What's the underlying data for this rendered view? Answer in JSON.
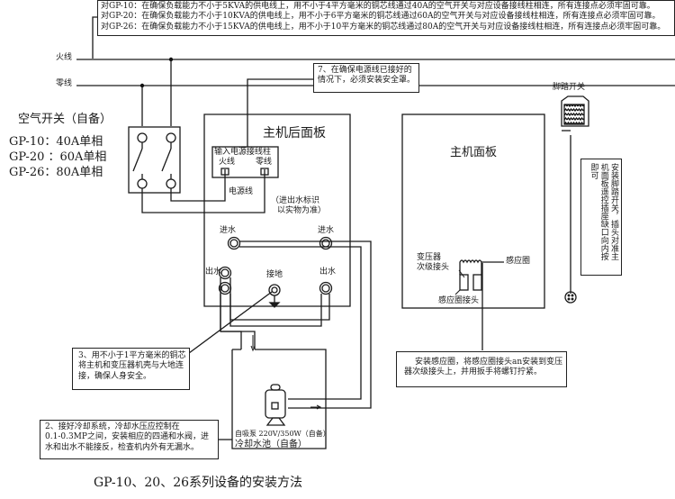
{
  "notes": {
    "power_spec_lines": [
      "对GP-10：在确保负载能力不小于5KVA的供电线上，用不小于4平方毫米的铜芯线通过40A的空气开关与对应设备接线柱相连，所有连接点必须牢固可靠。",
      "对GP-20：在确保负载能力不小于10KVA的供电线上，用不小于6平方毫米的铜芯线通过60A的空气开关与对应设备接线柱相连，所有连接点必须牢固可靠。",
      "对GP-26：在确保负载能力不小于15KVA的供电线上，用不小于10平方毫米的铜芯线通过80A的空气开关与对应设备接线柱相连，所有连接点必须牢固可靠。"
    ],
    "note7": [
      "7、在确保电源线已接好的",
      "情况下，必须安装安全罩。"
    ],
    "note3": [
      "3、用不小于1平方毫米的铜芯",
      "将主机和变压器机壳与大地连",
      "接，确保人身安全。"
    ],
    "note2": [
      "2、接好冷却系统，冷却水压应控制在",
      "0.1-0.3MP之间，安装相应的四通和水阀，进",
      "水和出水不能接反，检查机内外有无漏水。"
    ],
    "coil_note": [
      "安装感应圈，将感应圈接头an安装到变压",
      "器次级接头上，并用扳手将螺钉拧紧。"
    ],
    "foot_note": [
      "安装脚踏开关，插头对准主",
      "机面板遥控插座缺口向内按",
      "即可"
    ]
  },
  "wiring": {
    "live_label": "火线",
    "neutral_label": "零线",
    "air_switch_title": "空气开关（自备）",
    "air_switch_specs": [
      "GP-10：40A单相",
      "GP-20 ：60A单相",
      "GP-26：80A单相"
    ],
    "power_cable_label": "电源线"
  },
  "rear_panel": {
    "title": "主机后面板",
    "terminal_title": "输入电源接线柱",
    "terminal_live": "火线",
    "terminal_neutral": "零线",
    "water_hint": [
      "（进出水标识",
      "以实物为准）"
    ],
    "inlet_left": "进水",
    "inlet_right": "进水",
    "outlet_left": "出水",
    "outlet_right": "出水",
    "ground": "接地"
  },
  "front_panel": {
    "title": "主机面板",
    "transformer_label": [
      "变压器",
      "次级接头"
    ],
    "coil_label": "感应圈",
    "coil_connector_label": "感应圈接头"
  },
  "foot_switch": {
    "label": "脚踏开关"
  },
  "cooling": {
    "pump_label": "自吸泵  220V/350W（自备）",
    "tank_label": "冷却水池（自备）"
  },
  "caption": "GP-10、20、26系列设备的安装方法"
}
